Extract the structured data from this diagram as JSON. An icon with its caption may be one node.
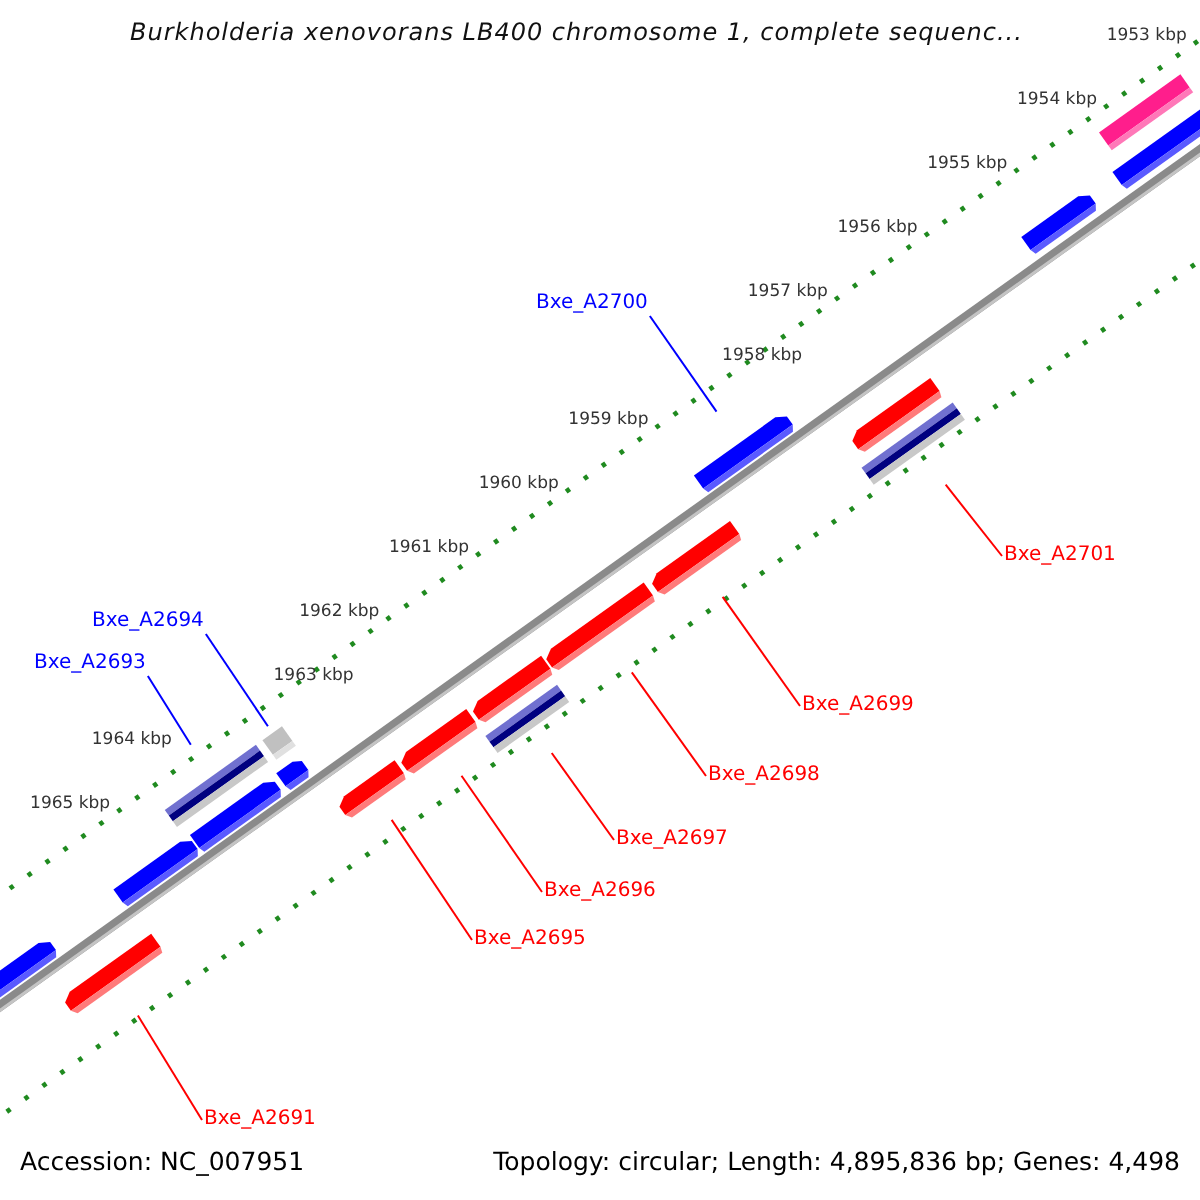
{
  "diagram": {
    "title": "Burkholderia xenovorans LB400 chromosome 1, complete sequenc...",
    "nodes": [
      {
        "text": [
          "Bxe_A2700"
        ]
      },
      {
        "text": [],
        "shape": "pentagon"
      },
      {
        "text": [
          "Bxe_A2701"
        ]
      },
      {
        "text": [],
        "shape": "bar"
      },
      {
        "text": [
          "Bxe_A2694"
        ]
      },
      {
        "text": [],
        "shape": "box"
      },
      {
        "text": [
          "Bxe_A2693"
        ]
      },
      {
        "text": [],
        "shape": "bar"
      },
      {
        "text": [
          "Bxe_A2699"
        ]
      },
      {
        "text": [],
        "shape": "pentagon"
      },
      {
        "text": [
          "Bxe_A2698"
        ]
      },
      {
        "text": [],
        "shape": "pentagon"
      },
      {
        "text": [
          "Bxe_A2697"
        ]
      },
      {
        "text": [],
        "shape": "bar"
      },
      {
        "text": [
          "Bxe_A2696"
        ]
      },
      {
        "text": [],
        "shape": "pentagon"
      },
      {
        "text": [
          "Bxe_A2695"
        ]
      },
      {
        "text": [],
        "shape": "pentagon"
      },
      {
        "text": [
          "Bxe_A2691"
        ]
      },
      {
        "text": [],
        "shape": "pentagon"
      },
      {
        "text": [],
        "shape": "pentagon"
      },
      {
        "text": [],
        "shape": "pentagon"
      },
      {
        "text": [],
        "shape": "pentagon"
      },
      {
        "text": [],
        "shape": "pentagon"
      },
      {
        "text": [],
        "shape": "pentagon"
      },
      {
        "text": [],
        "shape": "pentagon"
      },
      {
        "text": [],
        "shape": "pentagon"
      },
      {
        "text": [],
        "shape": "pentagon"
      },
      {
        "text": [],
        "shape": "bar"
      }
    ],
    "edges": [
      {
        "from": 0,
        "to": 1,
        "arrow": "none",
        "color": "#0000ff"
      },
      {
        "from": 2,
        "to": 3,
        "arrow": "none"
      },
      {
        "from": 4,
        "to": 5,
        "arrow": "none",
        "color": "#0000ff"
      },
      {
        "from": 6,
        "to": 7,
        "arrow": "none",
        "color": "#0000ff"
      },
      {
        "from": 8,
        "to": 9,
        "arrow": "none"
      },
      {
        "from": 10,
        "to": 11,
        "arrow": "none"
      },
      {
        "from": 12,
        "to": 13,
        "arrow": "none"
      },
      {
        "from": 14,
        "to": 15,
        "arrow": "none"
      },
      {
        "from": 16,
        "to": 17,
        "arrow": "none"
      },
      {
        "from": 18,
        "to": 19,
        "arrow": "none"
      }
    ],
    "labels": [
      "1953 kbp",
      "1954 kbp",
      "1955 kbp",
      "1956 kbp",
      "1957 kbp",
      "1958 kbp",
      "1959 kbp",
      "1960 kbp",
      "1961 kbp",
      "1962 kbp",
      "1963 kbp",
      "1964 kbp",
      "1965 kbp",
      "Accession: NC_007951",
      "Topology: circular; Length: 4,895,836 bp; Genes: 4,498"
    ]
  }
}
